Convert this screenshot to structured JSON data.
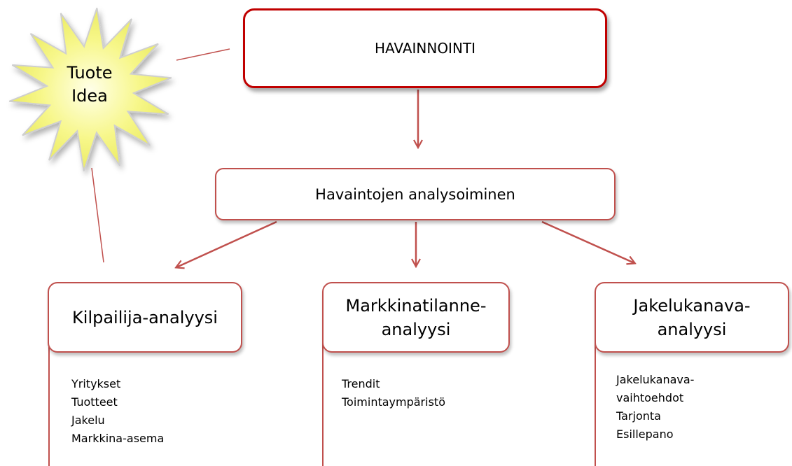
{
  "idea_star": {
    "lines": [
      "Tuote",
      "Idea"
    ]
  },
  "main_box": {
    "label": "HAVAINNOINTI"
  },
  "analysis_box": {
    "label": "Havaintojen analysoiminen"
  },
  "branches": [
    {
      "title_lines": [
        "Kilpailija-analyysi"
      ],
      "items": [
        "Yritykset",
        "Tuotteet",
        "Jakelu",
        "Markkina-asema"
      ]
    },
    {
      "title_lines": [
        "Markkinatilanne-",
        "analyysi"
      ],
      "items": [
        "Trendit",
        "Toimintaympäristö"
      ]
    },
    {
      "title_lines": [
        "Jakelukanava-",
        "analyysi"
      ],
      "items": [
        "Jakelukanava-",
        "vaihtoehdot",
        "Tarjonta",
        "Esillepano"
      ]
    }
  ],
  "colors": {
    "main_border": "#c00000",
    "box_border": "#c0504d",
    "star_fill": "#f5f57a",
    "star_stroke": "#c8c8c8"
  }
}
